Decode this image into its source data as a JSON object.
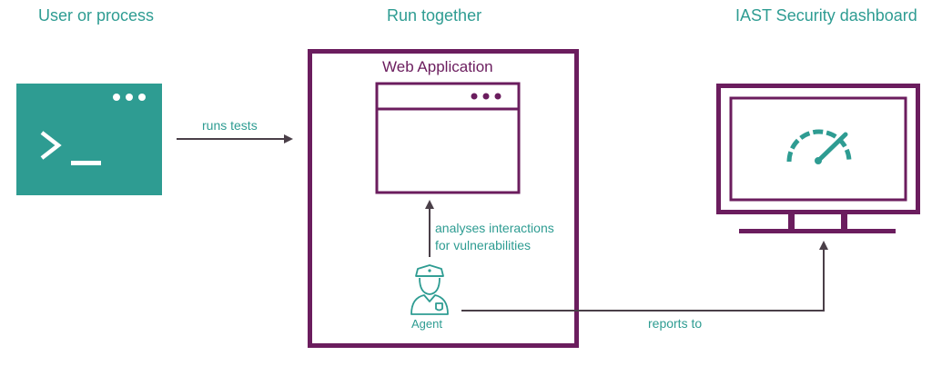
{
  "headings": {
    "user_or_process": "User or process",
    "run_together": "Run together",
    "dashboard": "IAST Security dashboard"
  },
  "web_application": {
    "title": "Web Application"
  },
  "edges": {
    "runs_tests": "runs tests",
    "analyses_line1": "analyses interactions",
    "analyses_line2": "for vulnerabilities",
    "reports_to": "reports to"
  },
  "agent": {
    "label": "Agent"
  },
  "colors": {
    "teal": "#2e9c92",
    "purple": "#6b1d5e",
    "arrow": "#4a3f48"
  },
  "icons": {
    "terminal": "terminal-window-icon",
    "browser": "browser-window-icon",
    "agent": "security-guard-icon",
    "monitor": "monitor-icon",
    "gauge": "speedometer-icon"
  }
}
